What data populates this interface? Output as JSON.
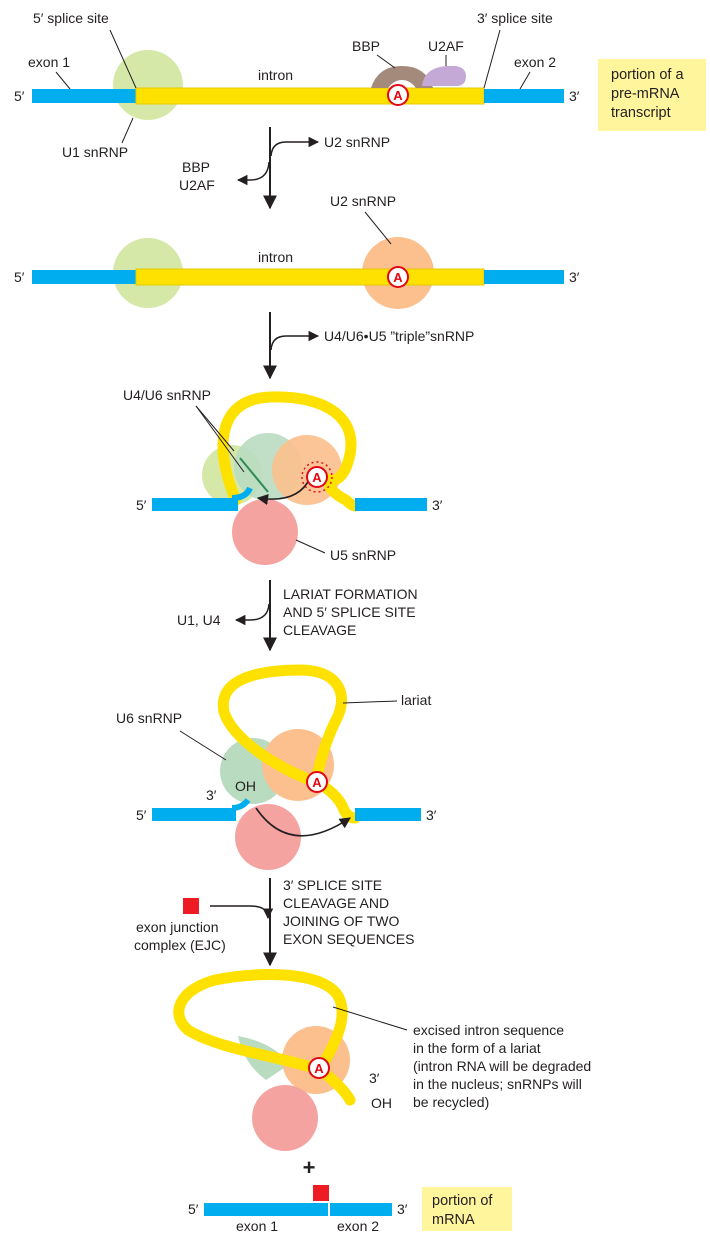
{
  "colors": {
    "exon": "#00aeef",
    "intron": "#ffe100",
    "intron_outline": "#e6c800",
    "u1": "#d6e8a8",
    "u2": "#fbc08e",
    "u6": "#b9dcc0",
    "u5": "#f5a3a1",
    "bbp": "#a38a7a",
    "u2af": "#c4a8d6",
    "a_ring": "#e30613",
    "ejc": "#ed1c24",
    "note_box": "#fff59d",
    "text": "#231f20"
  },
  "stage1": {
    "five_prime_splice_site": "5′ splice site",
    "three_prime_splice_site": "3′ splice site",
    "exon1": "exon 1",
    "exon2": "exon 2",
    "intron": "intron",
    "bbp": "BBP",
    "u2af": "U2AF",
    "five_end": "5′",
    "three_end": "3′",
    "u1": "U1 snRNP",
    "branch_a": "A",
    "note": [
      "portion of a",
      "pre-mRNA",
      "transcript"
    ]
  },
  "step1": {
    "enters": "U2 snRNP",
    "leaves": [
      "BBP",
      "U2AF"
    ]
  },
  "stage2": {
    "u2": "U2 snRNP",
    "intron": "intron",
    "five_end": "5′",
    "three_end": "3′",
    "branch_a": "A"
  },
  "step2": {
    "enters": "U4/U6•U5 ”triple”snRNP"
  },
  "stage3": {
    "u4u6": "U4/U6 snRNP",
    "u5": "U5 snRNP",
    "five_end": "5′",
    "three_end": "3′",
    "branch_a": "A"
  },
  "step3": {
    "process": [
      "LARIAT FORMATION",
      "AND 5′ SPLICE SITE",
      "CLEAVAGE"
    ],
    "leaves": "U1, U4"
  },
  "stage4": {
    "lariat": "lariat",
    "u6": "U6 snRNP",
    "three_prime": "3′",
    "oh": "OH",
    "five_end": "5′",
    "three_end": "3′",
    "branch_a": "A"
  },
  "step4": {
    "ejc": [
      "exon junction",
      "complex (EJC)"
    ],
    "process": [
      "3′ SPLICE SITE",
      "CLEAVAGE AND",
      "JOINING OF TWO",
      "EXON SEQUENCES"
    ]
  },
  "stage5": {
    "excised": [
      "excised intron sequence",
      "in the form of a lariat",
      "(intron RNA will be degraded",
      "in the nucleus; snRNPs will",
      "be recycled)"
    ],
    "three_prime": "3′",
    "oh": "OH",
    "branch_a": "A"
  },
  "product": {
    "plus": "+",
    "five_end": "5′",
    "three_end": "3′",
    "exon1": "exon 1",
    "exon2": "exon 2",
    "note": [
      "portion of",
      "mRNA"
    ]
  }
}
